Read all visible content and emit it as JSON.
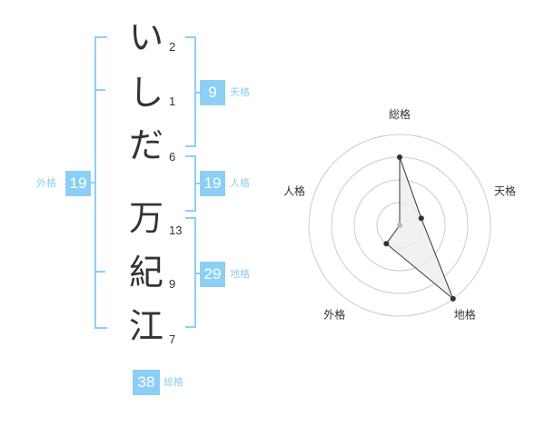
{
  "name": {
    "chars": [
      {
        "char": "い",
        "strokes": "2"
      },
      {
        "char": "し",
        "strokes": "1"
      },
      {
        "char": "だ",
        "strokes": "6"
      },
      {
        "char": "万",
        "strokes": "13"
      },
      {
        "char": "紀",
        "strokes": "9"
      },
      {
        "char": "江",
        "strokes": "7"
      }
    ]
  },
  "fortune": {
    "tenkaku": {
      "value": "9",
      "label": "天格"
    },
    "jinkaku": {
      "value": "19",
      "label": "人格"
    },
    "chikaku": {
      "value": "29",
      "label": "地格"
    },
    "gaikaku": {
      "value": "19",
      "label": "外格"
    },
    "soukaku": {
      "value": "38",
      "label": "総格"
    }
  },
  "radar": {
    "axes": [
      "総格",
      "天格",
      "地格",
      "外格",
      "人格"
    ],
    "levels": 4,
    "values": [
      3,
      1,
      4,
      1,
      0
    ]
  },
  "colors": {
    "accent": "#8ccff5",
    "text": "#333333",
    "grid": "#cccccc",
    "fill": "#eeeeee",
    "line": "#333333"
  }
}
